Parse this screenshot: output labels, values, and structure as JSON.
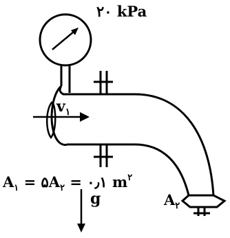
{
  "colors": {
    "ink": "#000000",
    "background": "#ffffff"
  },
  "labels": {
    "gauge_reading": "۲۰ kPa",
    "velocity_base": "v",
    "velocity_sub": "۱",
    "area_eq_part1": "A",
    "area_eq_sub1": "۱",
    "area_eq_part2": " = ۵A",
    "area_eq_sub2": "۲",
    "area_eq_part3": " = ۰٫۱ m",
    "area_eq_sup": "۲",
    "gravity": "g",
    "outlet_base": "A",
    "outlet_sub": "۲"
  }
}
